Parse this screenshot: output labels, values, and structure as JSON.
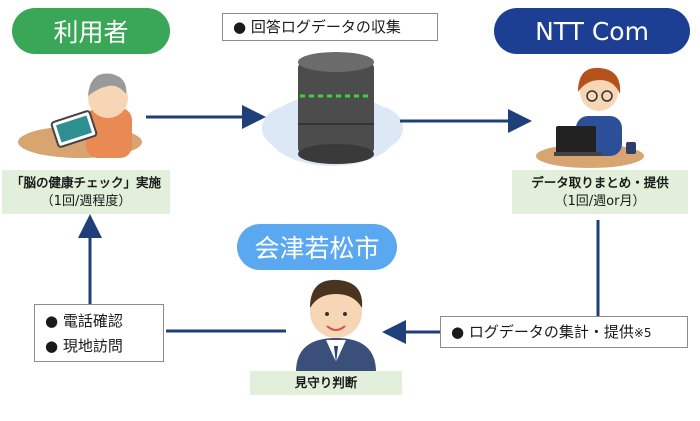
{
  "labels": {
    "user": "利用者",
    "ntt": "NTT Com",
    "city": "会津若松市",
    "collect": "● 回答ログデータの収集",
    "user_action": "「脳の健康チェック」実施",
    "user_freq": "（1回/週程度）",
    "ntt_action": "データ取りまとめ・提供",
    "ntt_freq": "（1回/週or月）",
    "aggregate": "● ログデータの集計・提供",
    "aggregate_note": "※5",
    "phone": "● 電話確認",
    "visit": "● 現地訪問",
    "watch": "見守り判断"
  },
  "colors": {
    "user_pill": "#3aa657",
    "ntt_pill": "#1c3f94",
    "city_pill": "#5aa8ef",
    "arrow": "#1f3f7a",
    "green_bg": "#e2efda"
  }
}
